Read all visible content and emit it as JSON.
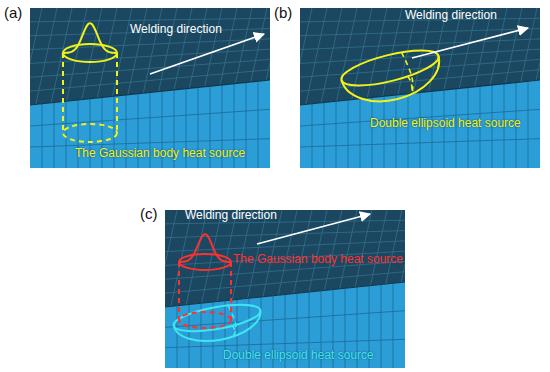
{
  "diagram": {
    "labels": [
      "(a)",
      "Welding direction",
      "The Gaussian body heat source",
      "(b)",
      "Welding direction",
      "Double ellipsoid heat source",
      "(c)",
      "Welding direction",
      "The Gaussian body heat source",
      "Double ellipsoid heat source"
    ]
  }
}
